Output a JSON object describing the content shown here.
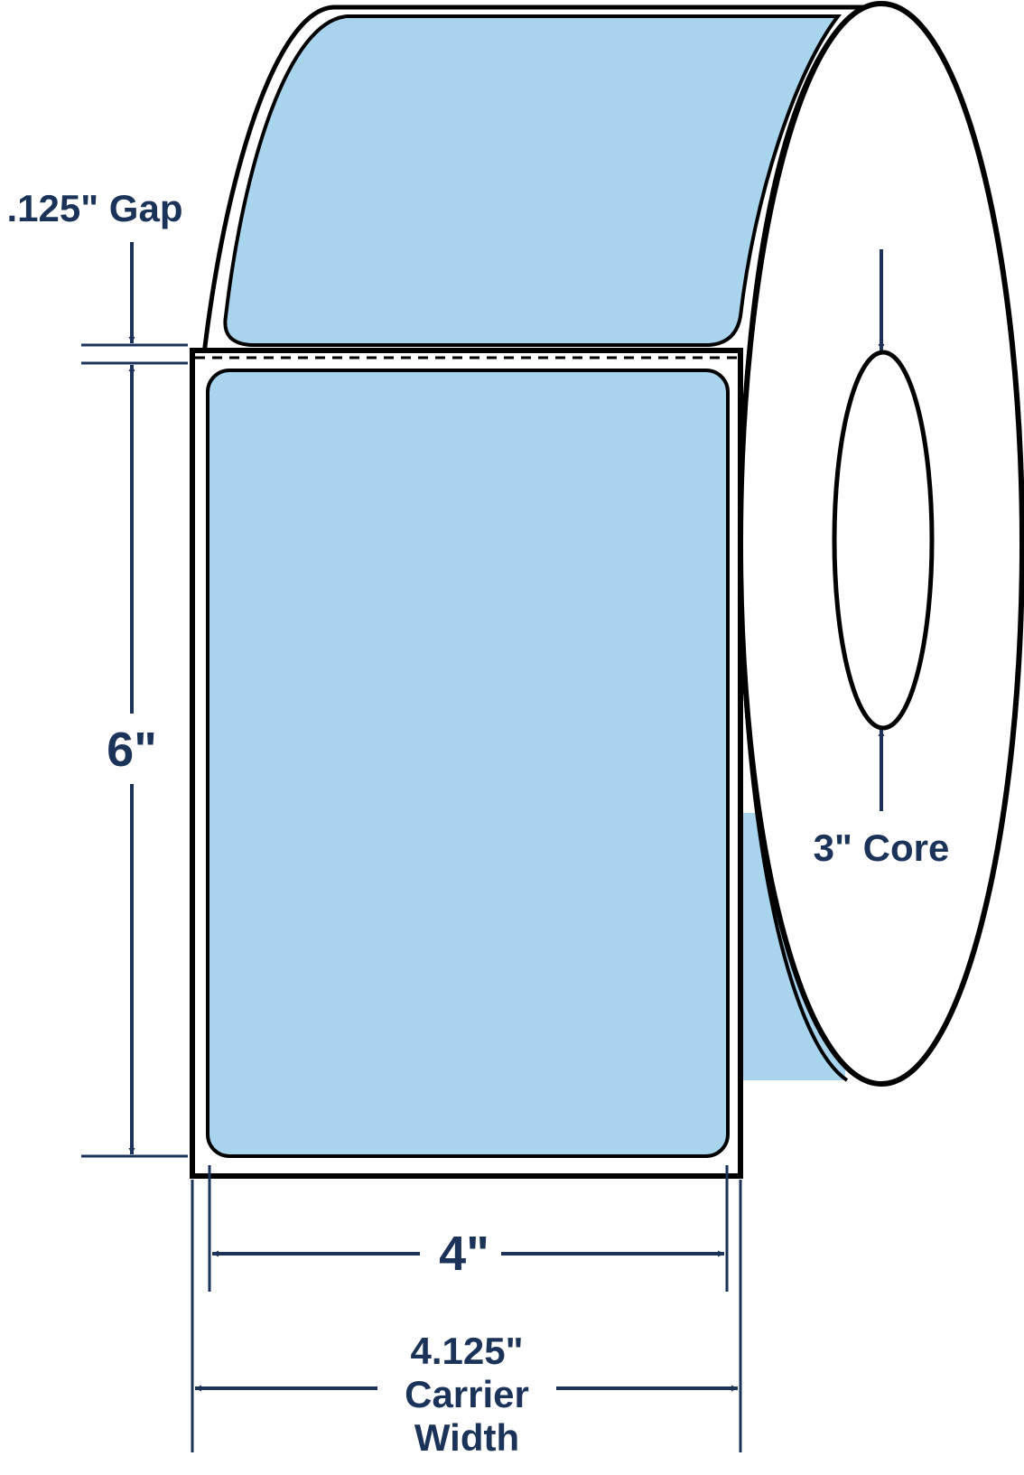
{
  "labels": {
    "gap": ".125\" Gap",
    "height": "6\"",
    "core": "3\" Core",
    "label_width": "4\"",
    "carrier_line1": "4.125\"",
    "carrier_line2": "Carrier",
    "carrier_line3": "Width"
  },
  "colors": {
    "label_fill": "#a8d4ee",
    "outline": "#000000",
    "dimension": "#1b3358",
    "background": "#ffffff"
  }
}
